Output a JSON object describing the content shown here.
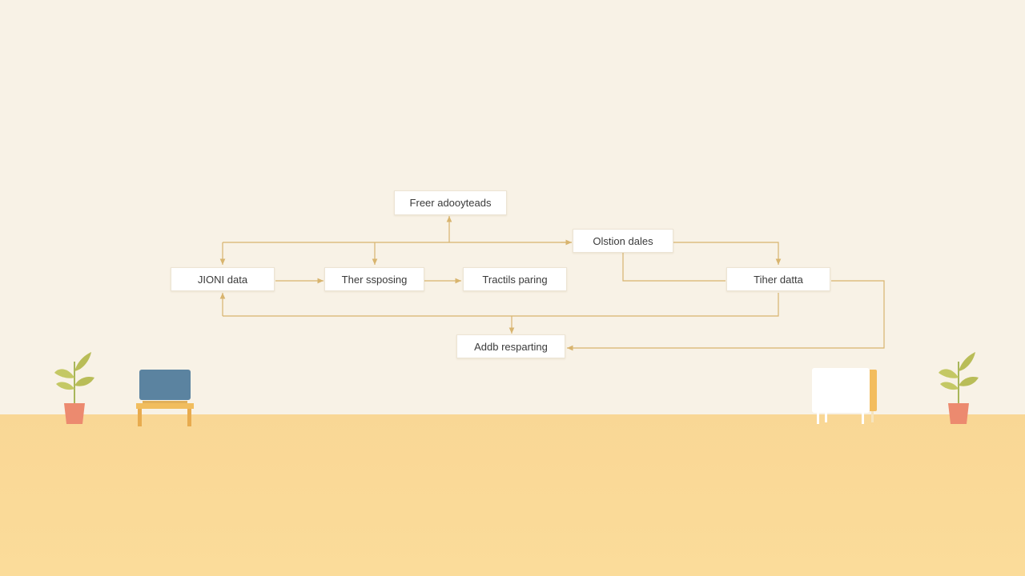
{
  "diagram": {
    "nodes": [
      {
        "id": "n1",
        "label": "Freer adooyteads"
      },
      {
        "id": "n2",
        "label": "Olstion dales"
      },
      {
        "id": "n3",
        "label": "JIONI data"
      },
      {
        "id": "n4",
        "label": "Ther ssposing"
      },
      {
        "id": "n5",
        "label": "Tractils paring"
      },
      {
        "id": "n6",
        "label": "Tiher datta"
      },
      {
        "id": "n7",
        "label": "Addb resparting"
      }
    ],
    "edges": [
      {
        "from": "n3",
        "to": "n4"
      },
      {
        "from": "n4",
        "to": "n5"
      },
      {
        "from": "bus-top",
        "to": "n1"
      },
      {
        "from": "bus-top",
        "to": "n3"
      },
      {
        "from": "bus-top",
        "to": "n4"
      },
      {
        "from": "bus-top",
        "to": "n2"
      },
      {
        "from": "n2",
        "to": "n6"
      },
      {
        "from": "n6",
        "to": "n2"
      },
      {
        "from": "n6",
        "to": "n3"
      },
      {
        "from": "bus-bottom",
        "to": "n7"
      },
      {
        "from": "n6",
        "to": "n7"
      }
    ],
    "line_color": "#d8b46e"
  },
  "scene": {
    "wall_color": "#f8f2e6",
    "floor_color": "#fad896",
    "icons": [
      "potted-plant-icon",
      "monitor-on-desk-icon",
      "white-cabinet-icon",
      "potted-plant-icon"
    ]
  }
}
